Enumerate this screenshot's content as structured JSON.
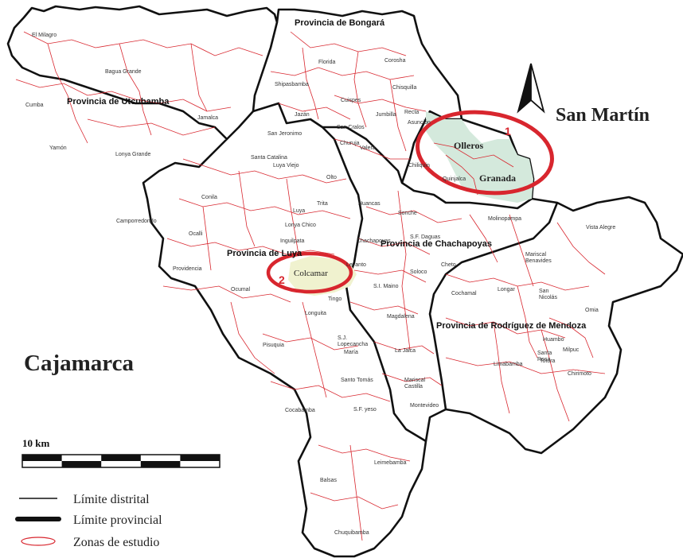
{
  "regions": {
    "san_martin": "San Martín",
    "cajamarca": "Cajamarca"
  },
  "provinces": [
    {
      "key": "bongara",
      "label": "Provincia de Bongará"
    },
    {
      "key": "utcubamba",
      "label": "Provincia de Utcubamba"
    },
    {
      "key": "luya",
      "label": "Provincia de Luya"
    },
    {
      "key": "chachapoyas",
      "label": "Provincia de Chachapoyas"
    },
    {
      "key": "rodriguez",
      "label": "Provincia de  Rodríguez de Mendoza"
    }
  ],
  "districts": [
    "El Milagro",
    "Bagua Grande",
    "Cumba",
    "Jamalca",
    "Yamón",
    "Lonya Grande",
    "Florida",
    "Corosha",
    "Shipasbamba",
    "Chisquilla",
    "Cuispes",
    "Jumbilla",
    "Recta",
    "Jazán",
    "Asunción",
    "San Cralos",
    "San Jeronimo",
    "Churuja",
    "Santa Catalina",
    "Valera",
    "Chiliquin",
    "Quinjalca",
    "Luya Viejo",
    "Olto",
    "Conila",
    "Trita",
    "Luya",
    "Huancas",
    "Sonche",
    "Molinopampa",
    "Vista Alegre",
    "Camporredondo",
    "Ocalli",
    "Lonya Chico",
    "Inguilpata",
    "Chachapoyas",
    "S.F. Daguas",
    "Cheto",
    "Mariscal Benavides",
    "Providencia",
    "Ocumal",
    "Levanto",
    "Soloco",
    "Longar",
    "San Nicolás",
    "Omia",
    "S.I. Maino",
    "Cochamal",
    "Tingo",
    "Longuita",
    "Magdalena",
    "Huambo",
    "Totora",
    "Santa Rosa",
    "Milpuc",
    "Pisuquia",
    "S.J. Lopecancha",
    "María",
    "La Jalca",
    "Limabamba",
    "Chirimoto",
    "Santo Tomás",
    "Mariscal Castilla",
    "Cocabamba",
    "S.F. yeso",
    "Montevideo",
    "Leimebamba",
    "Balsas",
    "Chuquibamba"
  ],
  "study_zones": [
    {
      "number": "1",
      "districts": [
        "Olleros",
        "Granada"
      ]
    },
    {
      "number": "2",
      "districts": [
        "Colcamar"
      ]
    }
  ],
  "colors": {
    "zone1_fill": "#d4e9dc",
    "zone2_fill": "#f0f2cf",
    "study_ring": "#d8262e",
    "district_line": "#d8262e",
    "province_line": "#111111"
  },
  "scale": {
    "label": "10 km"
  },
  "legend": [
    {
      "key": "district",
      "label": "Límite distrital"
    },
    {
      "key": "province",
      "label": "Límite provincial"
    },
    {
      "key": "zones",
      "label": "Zonas de estudio"
    }
  ],
  "north_arrow": {
    "icon": "north-arrow-icon"
  }
}
